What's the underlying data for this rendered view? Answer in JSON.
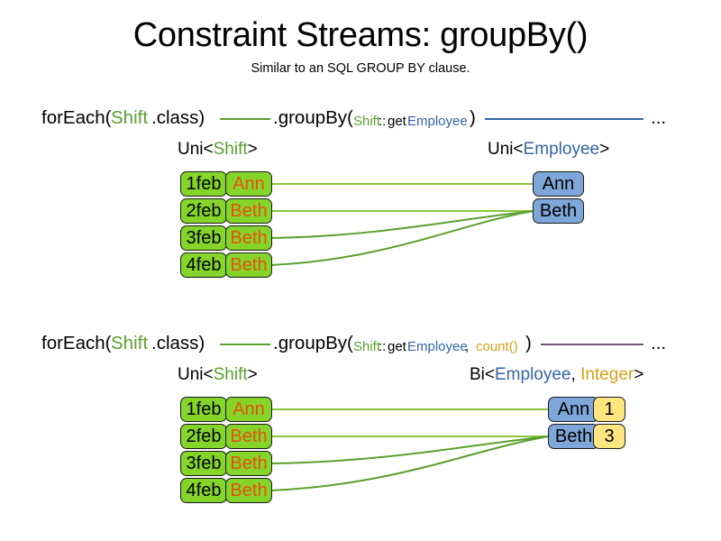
{
  "title": "Constraint Streams: groupBy()",
  "subtitle": "Similar to an SQL GROUP BY clause.",
  "colors": {
    "shift_green": "#84D42A",
    "employee_blue": "#7EA6D8",
    "integer_yellow": "#FFE680",
    "token_shift": "#5AA02C",
    "token_employee": "#3465A4",
    "token_count": "#D4A017",
    "name_text_orange": "#E8500F",
    "connector_green": "#5AA02C",
    "connector_blue": "#3465A4",
    "connector_purple": "#7B4F7B"
  },
  "sections": [
    {
      "id": "groupby-key-only",
      "code": {
        "prefix": "forEach(",
        "source_type": "Shift",
        "source_suffix": ".class)",
        "method": ".groupBy(",
        "arg_type": "Shift",
        "arg_sep": "::",
        "arg_get": "get",
        "arg_prop": "Employee",
        "method_close": ")",
        "ellipsis": "..."
      },
      "left_label": {
        "prefix": "Uni<",
        "type": "Shift",
        "suffix": ">"
      },
      "right_label": {
        "prefix": "Uni<",
        "type": "Employee",
        "suffix": ">"
      },
      "left_rows": [
        {
          "date": "1feb",
          "name": "Ann"
        },
        {
          "date": "2feb",
          "name": "Beth"
        },
        {
          "date": "3feb",
          "name": "Beth"
        },
        {
          "date": "4feb",
          "name": "Beth"
        }
      ],
      "right_rows": [
        {
          "name": "Ann"
        },
        {
          "name": "Beth"
        }
      ],
      "edges": [
        {
          "from": 0,
          "to": 0
        },
        {
          "from": 1,
          "to": 1
        },
        {
          "from": 2,
          "to": 1
        },
        {
          "from": 3,
          "to": 1
        }
      ]
    },
    {
      "id": "groupby-key-and-count",
      "code": {
        "prefix": "forEach(",
        "source_type": "Shift",
        "source_suffix": ".class)",
        "method": ".groupBy(",
        "arg_type": "Shift",
        "arg_sep": "::",
        "arg_get": "get",
        "arg_prop": "Employee",
        "arg_comma": ", ",
        "arg_collector": "count()",
        "method_close": ")",
        "ellipsis": "..."
      },
      "left_label": {
        "prefix": "Uni<",
        "type": "Shift",
        "suffix": ">"
      },
      "right_label": {
        "prefix": "Bi<",
        "type": "Employee",
        "mid": ", ",
        "type2": "Integer",
        "suffix": ">"
      },
      "left_rows": [
        {
          "date": "1feb",
          "name": "Ann"
        },
        {
          "date": "2feb",
          "name": "Beth"
        },
        {
          "date": "3feb",
          "name": "Beth"
        },
        {
          "date": "4feb",
          "name": "Beth"
        }
      ],
      "right_rows": [
        {
          "name": "Ann",
          "count": "1"
        },
        {
          "name": "Beth",
          "count": "3"
        }
      ],
      "edges": [
        {
          "from": 0,
          "to": 0
        },
        {
          "from": 1,
          "to": 1
        },
        {
          "from": 2,
          "to": 1
        },
        {
          "from": 3,
          "to": 1
        }
      ]
    }
  ]
}
